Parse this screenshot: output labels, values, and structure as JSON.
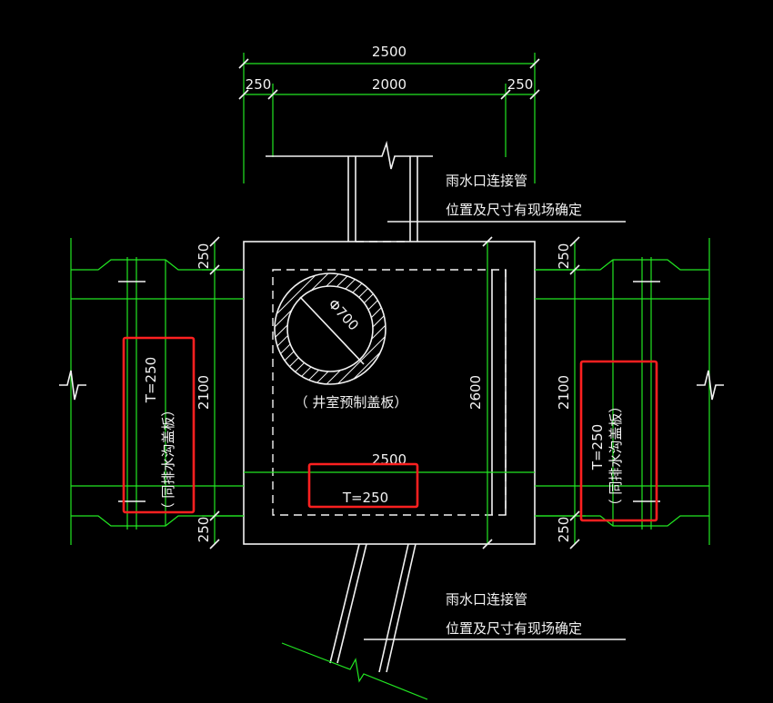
{
  "colors": {
    "background": "#000000",
    "dimension_lines": "#22e622",
    "outlines": "#f2f2f2",
    "highlight": "#ff2020"
  },
  "dims": {
    "top_total": "2500",
    "top_left": "250",
    "top_mid": "2000",
    "top_right": "250",
    "left_top": "250",
    "left_mid": "2100",
    "left_bottom": "250",
    "right_top": "250",
    "right_mid": "2100",
    "right_bottom": "250",
    "inner_height": "2600",
    "inner_width": "2500",
    "pipe_dia": "Φ700"
  },
  "labels": {
    "slab_note": "（ 井室预制盖板）",
    "center_thickness": "T=250",
    "left_thickness": "T=250",
    "left_note": "（ 同排水沟盖板）",
    "right_thickness": "T=250",
    "right_note": "（ 同排水沟盖板）"
  },
  "notes": {
    "top_line1": "雨水口连接管",
    "top_line2": "位置及尺寸有现场确定",
    "bottom_line1": "雨水口连接管",
    "bottom_line2": "位置及尺寸有现场确定"
  }
}
